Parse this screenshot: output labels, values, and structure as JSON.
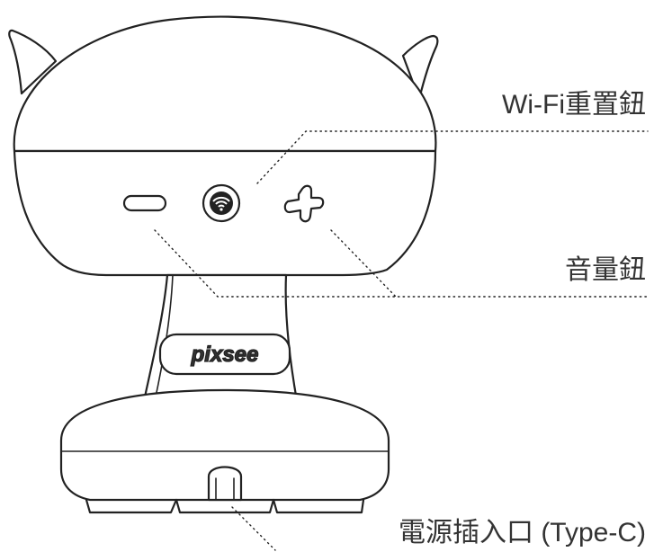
{
  "callouts": {
    "wifi_reset": "Wi-Fi重置鈕",
    "volume": "音量鈕",
    "power": "電源插入口 (Type-C)"
  },
  "device": {
    "brand": "pixsee"
  }
}
